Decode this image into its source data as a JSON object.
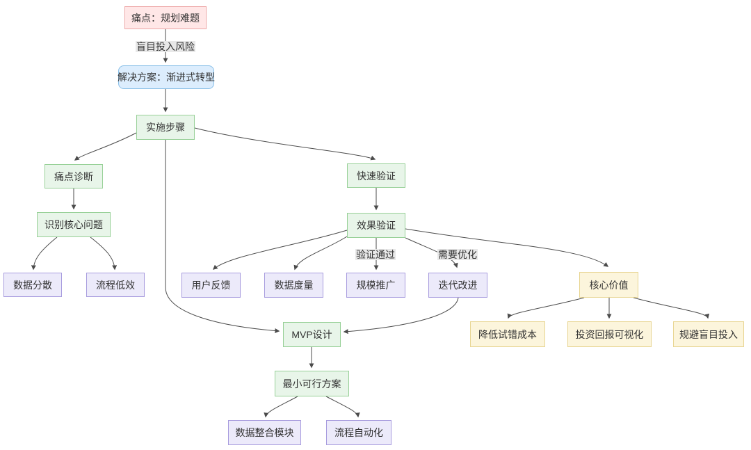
{
  "diagram": {
    "type": "flowchart",
    "direction": "top-down",
    "colors": {
      "pink_fill": "#ffe7e7",
      "pink_border": "#eda7a7",
      "blue_fill": "#dcedfd",
      "blue_border": "#88bfe8",
      "green_fill": "#e8f5e9",
      "green_border": "#97d097",
      "purple_fill": "#eceafa",
      "purple_border": "#a79bde",
      "yellow_fill": "#fcf5dc",
      "yellow_border": "#e8d592",
      "edge_stroke": "#4b4b4b",
      "text": "#333333",
      "edge_label_bg": "#e8e8e8"
    },
    "nodes": {
      "pain": {
        "label": "痛点：规划难题",
        "color": "pink"
      },
      "solution": {
        "label": "解决方案：渐进式转型",
        "color": "blue"
      },
      "steps": {
        "label": "实施步骤",
        "color": "green"
      },
      "diagnosis": {
        "label": "痛点诊断",
        "color": "green"
      },
      "identify": {
        "label": "识别核心问题",
        "color": "green"
      },
      "data_scatter": {
        "label": "数据分散",
        "color": "purple"
      },
      "process_ineff": {
        "label": "流程低效",
        "color": "purple"
      },
      "quick_validate": {
        "label": "快速验证",
        "color": "green"
      },
      "effect_validate": {
        "label": "效果验证",
        "color": "green"
      },
      "user_feedback": {
        "label": "用户反馈",
        "color": "purple"
      },
      "data_metric": {
        "label": "数据度量",
        "color": "purple"
      },
      "scale_promo": {
        "label": "规模推广",
        "color": "purple"
      },
      "iterate": {
        "label": "迭代改进",
        "color": "purple"
      },
      "mvp": {
        "label": "MVP设计",
        "color": "green"
      },
      "min_viable": {
        "label": "最小可行方案",
        "color": "green"
      },
      "data_module": {
        "label": "数据整合模块",
        "color": "purple"
      },
      "process_auto": {
        "label": "流程自动化",
        "color": "purple"
      },
      "core_value": {
        "label": "核心价值",
        "color": "yellow"
      },
      "lower_cost": {
        "label": "降低试错成本",
        "color": "yellow"
      },
      "roi_visual": {
        "label": "投资回报可视化",
        "color": "yellow"
      },
      "avoid_blind": {
        "label": "规避盲目投入",
        "color": "yellow"
      }
    },
    "edges": [
      {
        "from": "pain",
        "to": "solution",
        "label": "盲目投入风险"
      },
      {
        "from": "solution",
        "to": "steps"
      },
      {
        "from": "steps",
        "to": "diagnosis"
      },
      {
        "from": "steps",
        "to": "quick_validate"
      },
      {
        "from": "steps",
        "to": "mvp"
      },
      {
        "from": "diagnosis",
        "to": "identify"
      },
      {
        "from": "identify",
        "to": "data_scatter"
      },
      {
        "from": "identify",
        "to": "process_ineff"
      },
      {
        "from": "quick_validate",
        "to": "effect_validate"
      },
      {
        "from": "effect_validate",
        "to": "user_feedback"
      },
      {
        "from": "effect_validate",
        "to": "data_metric"
      },
      {
        "from": "effect_validate",
        "to": "scale_promo",
        "label": "验证通过"
      },
      {
        "from": "effect_validate",
        "to": "iterate",
        "label": "需要优化"
      },
      {
        "from": "effect_validate",
        "to": "core_value"
      },
      {
        "from": "iterate",
        "to": "mvp"
      },
      {
        "from": "mvp",
        "to": "min_viable"
      },
      {
        "from": "min_viable",
        "to": "data_module"
      },
      {
        "from": "min_viable",
        "to": "process_auto"
      },
      {
        "from": "core_value",
        "to": "lower_cost"
      },
      {
        "from": "core_value",
        "to": "roi_visual"
      },
      {
        "from": "core_value",
        "to": "avoid_blind"
      }
    ]
  }
}
